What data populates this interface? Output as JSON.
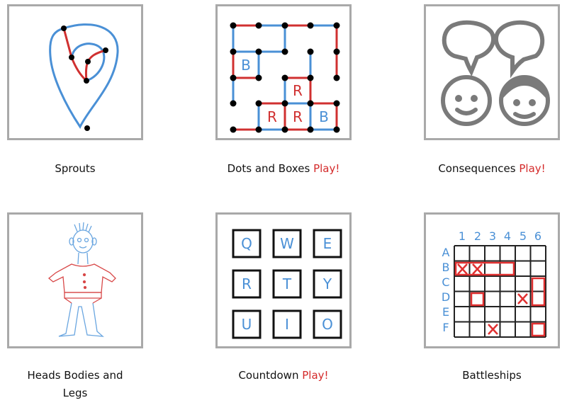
{
  "colors": {
    "blue": "#4a90d6",
    "red": "#d03030",
    "gray": "#7a7a7a",
    "play": "#d42a2a"
  },
  "games": [
    {
      "title": "Sprouts",
      "play": null,
      "icon": "sprouts-thumbnail"
    },
    {
      "title": "Dots and Boxes",
      "play": "Play!",
      "icon": "dots-and-boxes-thumbnail",
      "box_letters": [
        "B",
        "R",
        "R",
        "R",
        "B"
      ]
    },
    {
      "title": "Consequences",
      "play": "Play!",
      "icon": "consequences-thumbnail"
    },
    {
      "title": "Heads Bodies and",
      "title_line2": "Legs",
      "play": null,
      "icon": "heads-bodies-legs-thumbnail"
    },
    {
      "title": "Countdown",
      "play": "Play!",
      "icon": "countdown-thumbnail",
      "letters": [
        "Q",
        "W",
        "E",
        "R",
        "T",
        "Y",
        "U",
        "I",
        "O"
      ]
    },
    {
      "title": "Battleships",
      "play": null,
      "icon": "battleships-thumbnail",
      "columns": [
        "1",
        "2",
        "3",
        "4",
        "5",
        "6"
      ],
      "rows": [
        "A",
        "B",
        "C",
        "D",
        "E",
        "F"
      ],
      "hits": [
        "B1",
        "B2",
        "D5",
        "F3"
      ]
    }
  ]
}
